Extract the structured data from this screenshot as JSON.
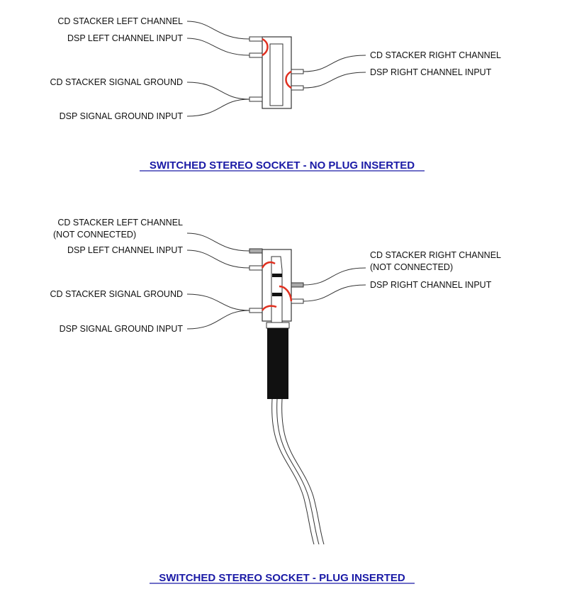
{
  "colors": {
    "line": "#333333",
    "title": "#1a1aa6",
    "switch_contact": "#e03020",
    "disconnected_pin": "#a9a9a9",
    "plug_body": "#111111"
  },
  "no_plug": {
    "title": "SWITCHED STEREO SOCKET - NO PLUG INSERTED",
    "left_labels": {
      "cd_left": "CD STACKER LEFT CHANNEL",
      "dsp_left": "DSP LEFT CHANNEL INPUT",
      "cd_ground": "CD STACKER SIGNAL GROUND",
      "dsp_ground": "DSP SIGNAL GROUND INPUT"
    },
    "right_labels": {
      "cd_right": "CD STACKER RIGHT CHANNEL",
      "dsp_right": "DSP RIGHT CHANNEL INPUT"
    }
  },
  "plug_inserted": {
    "title": "SWITCHED STEREO SOCKET - PLUG INSERTED",
    "left_labels": {
      "cd_left_line1": "CD STACKER LEFT CHANNEL",
      "cd_left_line2": "(NOT CONNECTED)",
      "dsp_left": "DSP LEFT CHANNEL INPUT",
      "cd_ground": "CD STACKER SIGNAL GROUND",
      "dsp_ground": "DSP SIGNAL GROUND INPUT"
    },
    "right_labels": {
      "cd_right_line1": "CD STACKER RIGHT CHANNEL",
      "cd_right_line2": "(NOT CONNECTED)",
      "dsp_right": "DSP RIGHT CHANNEL INPUT"
    }
  }
}
